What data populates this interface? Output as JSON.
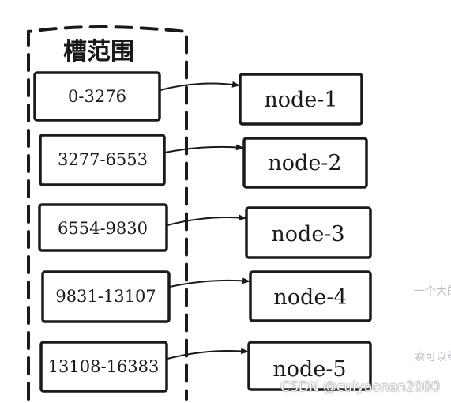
{
  "diagram": {
    "group_title": "槽范围",
    "mappings": [
      {
        "slot_range": "0-3276",
        "node": "node-1"
      },
      {
        "slot_range": "3277-6553",
        "node": "node-2"
      },
      {
        "slot_range": "6554-9830",
        "node": "node-3"
      },
      {
        "slot_range": "9831-13107",
        "node": "node-4"
      },
      {
        "slot_range": "13108-16383",
        "node": "node-5"
      }
    ]
  },
  "background_fragments": [
    "一个大的",
    "索可以组"
  ],
  "watermark": "CSDN @cuiyaonan2000"
}
